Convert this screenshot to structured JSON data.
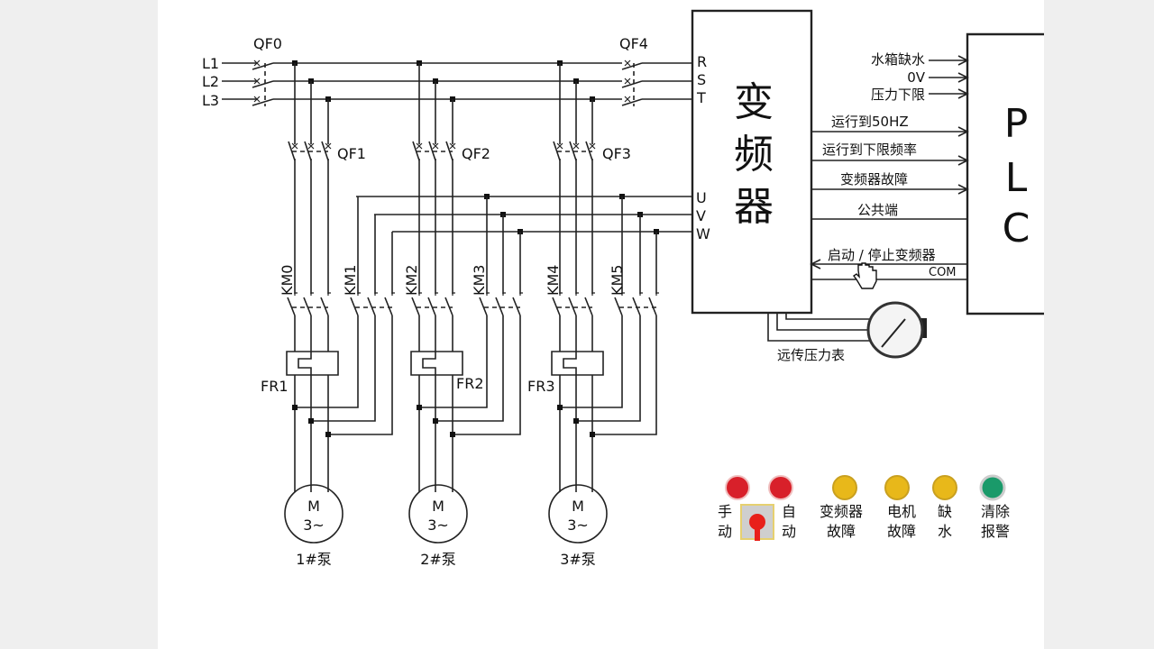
{
  "lines": [
    "L1",
    "L2",
    "L3"
  ],
  "breakers": {
    "main": "QF0",
    "inverter": "QF4",
    "branches": [
      "QF1",
      "QF2",
      "QF3"
    ]
  },
  "contactors": [
    "KM0",
    "KM1",
    "KM2",
    "KM3",
    "KM4",
    "KM5"
  ],
  "overloads": [
    "FR1",
    "FR2",
    "FR3"
  ],
  "motors": [
    {
      "symbol": "M",
      "phase": "3~",
      "label": "1#泵"
    },
    {
      "symbol": "M",
      "phase": "3~",
      "label": "2#泵"
    },
    {
      "symbol": "M",
      "phase": "3~",
      "label": "3#泵"
    }
  ],
  "inverter": {
    "title": [
      "变",
      "频",
      "器"
    ],
    "inputs": [
      "R",
      "S",
      "T"
    ],
    "outputs": [
      "U",
      "V",
      "W"
    ]
  },
  "plc": {
    "title": [
      "P",
      "L",
      "C"
    ]
  },
  "signals": {
    "water_shortage": "水箱缺水",
    "zero_v": "0V",
    "pressure_low": "压力下限",
    "run_50hz": "运行到50HZ",
    "run_low_freq": "运行到下限频率",
    "inverter_fault": "变频器故障",
    "common": "公共端",
    "start_stop": "启动 / 停止变频器",
    "com": "COM"
  },
  "gauge_label": "远传压力表",
  "panel": {
    "manual": [
      "手",
      "动"
    ],
    "auto": [
      "自",
      "动"
    ],
    "inverter_fault": [
      "变频器",
      "故障"
    ],
    "motor_fault": [
      "电机",
      "故障"
    ],
    "water_shortage": [
      "缺",
      "水"
    ],
    "clear_alarm": [
      "清除",
      "报警"
    ]
  },
  "colors": {
    "red_lamp": "#d8202a",
    "yellow_lamp": "#e8b81a",
    "green_lamp": "#1a9a6a",
    "wire": "#222222"
  }
}
